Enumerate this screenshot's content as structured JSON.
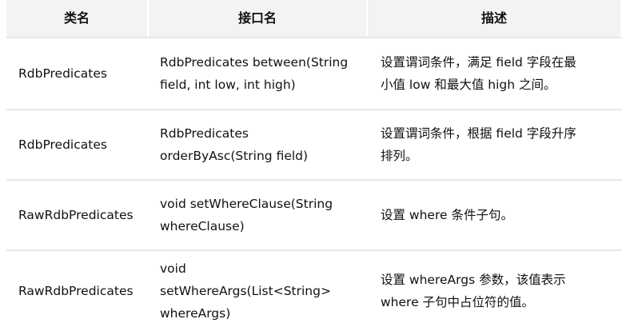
{
  "headers": [
    "类名",
    "接口名",
    "描述"
  ],
  "rows": [
    {
      "class": "RdbPredicates",
      "api": "RdbPredicates between(String\nfield, int low, int high)",
      "desc": "设置谓词条件，满足 field 字段在最\n小值 low 和最大值 high 之间。"
    },
    {
      "class": "RdbPredicates",
      "api": "RdbPredicates\norderByAsc(String field)",
      "desc": "设置谓词条件，根据 field 字段升序\n排列。"
    },
    {
      "class": "RawRdbPredicates",
      "api": "void setWhereClause(String\nwhereClause)",
      "desc": "设置 where 条件子句。"
    },
    {
      "class": "RawRdbPredicates",
      "api": "void\nsetWhereArgs(List<String>\nwhereArgs)",
      "desc": "设置 whereArgs 参数，该值表示\nwhere 子句中占位符的值。"
    }
  ]
}
